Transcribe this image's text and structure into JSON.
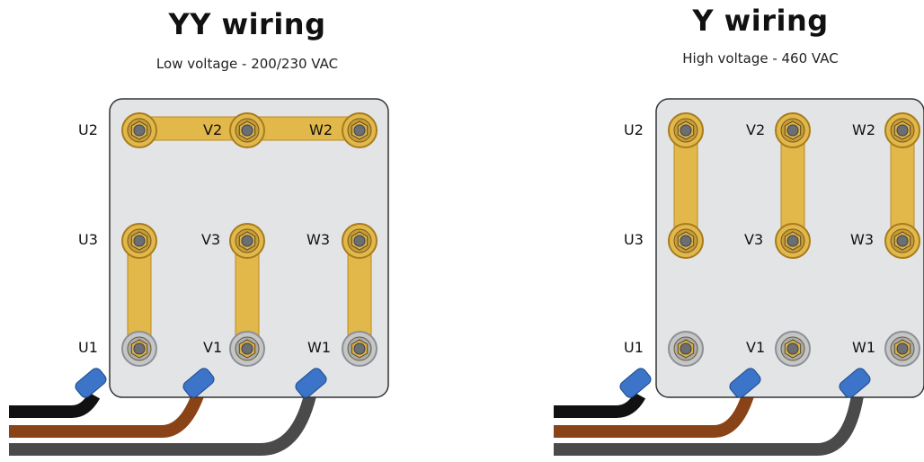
{
  "left": {
    "title": "YY wiring",
    "subtitle": "Low voltage - 200/230 VAC",
    "terminals": {
      "U2": "U2",
      "V2": "V2",
      "W2": "W2",
      "U3": "U3",
      "V3": "V3",
      "W3": "W3",
      "U1": "U1",
      "V1": "V1",
      "W1": "W1"
    }
  },
  "right": {
    "title": "Y wiring",
    "subtitle": "High voltage - 460 VAC",
    "terminals": {
      "U2": "U2",
      "V2": "V2",
      "W2": "W2",
      "U3": "U3",
      "V3": "V3",
      "W3": "W3",
      "U1": "U1",
      "V1": "V1",
      "W1": "W1"
    }
  },
  "colors": {
    "plate": "#e3e4e6",
    "plate_border": "#333333",
    "jumper": "#e2b84a",
    "jumper_edge": "#b78a24",
    "nut": "#6b6f73",
    "ring": "#b9bcbf",
    "connector": "#3b74c8",
    "wire_black": "#111111",
    "wire_brown": "#8a4317",
    "wire_gray": "#4a4a4a"
  }
}
